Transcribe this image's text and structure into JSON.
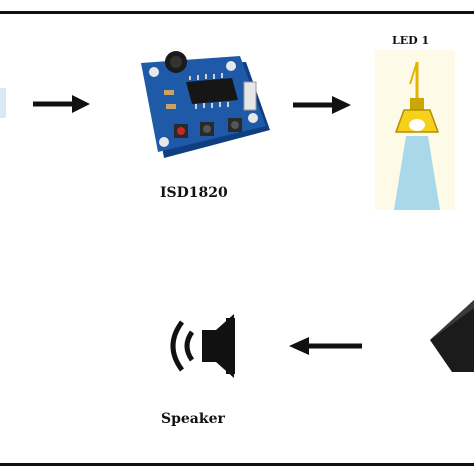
{
  "labels": {
    "module": "ISD1820",
    "led": "LED 1",
    "speaker": "Speaker"
  },
  "colors": {
    "board": "#1f5aa8",
    "light_beam": "#a9d8ea",
    "led_bulb": "#f5d11e",
    "glow": "#fff4a8",
    "arrow": "#111111"
  },
  "icons": {
    "module": "isd1820-board-icon",
    "led": "led-lamp-icon",
    "speaker": "speaker-icon",
    "input_partial": "partial-device-icon"
  }
}
